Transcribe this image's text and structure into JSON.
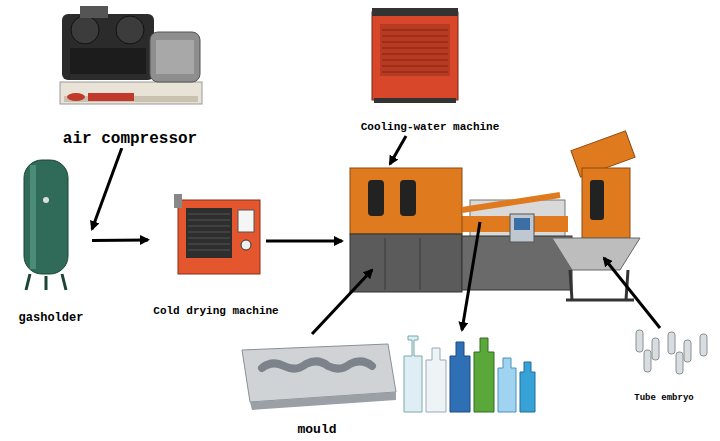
{
  "diagram": {
    "nodes": [
      {
        "text": [
          "air compressor"
        ]
      },
      {
        "text": [
          "Cooling-water machine"
        ]
      },
      {
        "text": [
          "gasholder"
        ]
      },
      {
        "text": [
          "Cold drying machine"
        ]
      },
      {
        "text": [
          "mould"
        ]
      },
      {
        "text": [
          "Tube embryo"
        ]
      }
    ],
    "edges": [
      {
        "from": 0,
        "to": 2,
        "arrow": "to"
      },
      {
        "from": 2,
        "to": 3,
        "arrow": "to"
      }
    ]
  }
}
